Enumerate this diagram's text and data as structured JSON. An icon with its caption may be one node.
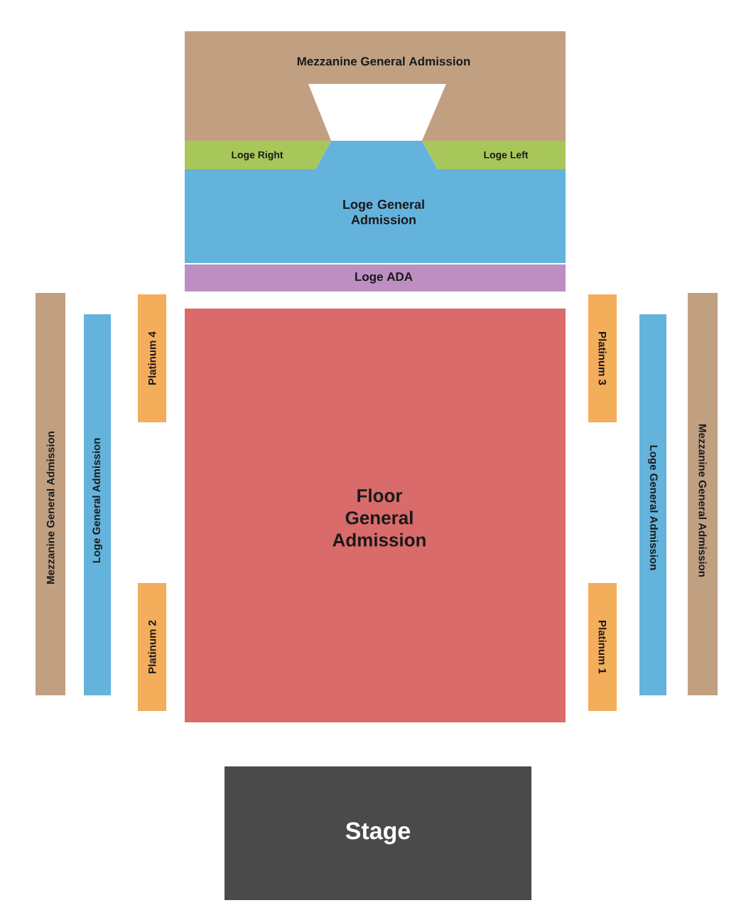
{
  "diagram": {
    "nodes": [
      {
        "text": [
          "Mezzanine General Admission"
        ]
      },
      {
        "text": [
          "Loge Right"
        ]
      },
      {
        "text": [
          "Loge Left"
        ]
      },
      {
        "text": [
          "Loge General Admission"
        ]
      },
      {
        "text": [
          "Loge ADA"
        ]
      },
      {
        "text": [
          "Mezzanine General Admission"
        ]
      },
      {
        "text": [
          "Loge General Admission"
        ]
      },
      {
        "text": [
          "Platinum 4"
        ]
      },
      {
        "text": [
          "Floor General Admission"
        ]
      },
      {
        "text": [
          "Platinum 3"
        ]
      },
      {
        "text": [
          "Loge General Admission"
        ]
      },
      {
        "text": [
          "Mezzanine General Admission"
        ]
      },
      {
        "text": [
          "Platinum 2"
        ]
      },
      {
        "text": [
          "Platinum 1"
        ]
      },
      {
        "text": [
          "Stage"
        ]
      }
    ]
  }
}
